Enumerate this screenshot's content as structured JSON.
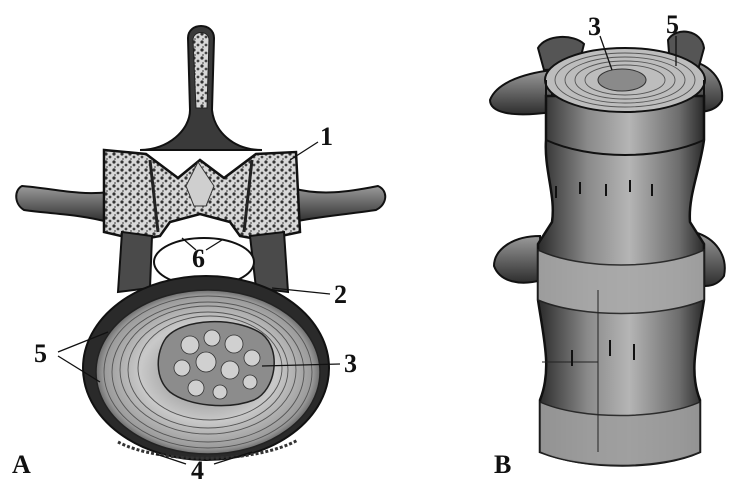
{
  "figure": {
    "panels": [
      {
        "id": "A",
        "label": "A"
      },
      {
        "id": "B",
        "label": "B"
      }
    ],
    "labels_a": [
      "1",
      "2",
      "3",
      "4",
      "5",
      "6"
    ],
    "labels_b": [
      "3",
      "5"
    ]
  }
}
